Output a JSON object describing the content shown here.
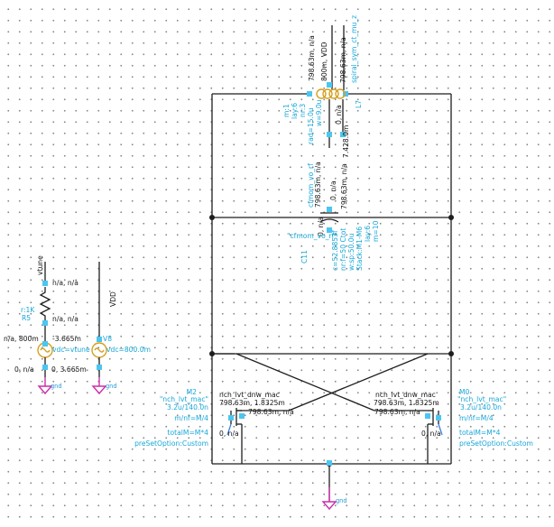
{
  "colors": {
    "wire": "#1e1e1e",
    "pin": "#4cc6f0",
    "label_black": "#141414",
    "label_cyan": "#18a7d9",
    "ground": "#cc2ea8",
    "inductor": "#d6a020",
    "source": "#d6a020"
  },
  "inductor": {
    "sig_node": "798.63m, n/a",
    "net_vdd": "800m, VDD",
    "top_label": "798.63m, n/a",
    "cell_name": "spiral_sym_ct_mu_z",
    "m": "m:1",
    "lay": "lay:6",
    "nr": "nr:3",
    "rad": "rad=15.0u",
    "w": "w=9.0u",
    "inst": "L7",
    "right_bias": "0, n/a",
    "right_val": "7.428.0m",
    "left_bias": "0, n/a"
  },
  "capacitor": {
    "cell": "cfmom_vo_rf",
    "inst_name": "\"cfmom_vo_rf\"",
    "dc_left": "798.63m, n/a",
    "dc_below": "0, n/a",
    "dc_right": "798.63m, n/a",
    "inst": "C11",
    "cap_value": "c=52.8853f",
    "nf_line": "nr:f=50 Ctot",
    "w_line": "w:sp:50.0u",
    "stack": "Stack:M1-M6",
    "lay": "lay:6",
    "m": "m=10"
  },
  "vtune_branch": {
    "net": "vtune",
    "top_label": "n/a, n/a",
    "res_name": "r:1K",
    "res_inst": "R5",
    "res_bottom": "n/a, n/a",
    "src_left": "n/a, 800m",
    "src_right": "-3.665m",
    "vdc": "vdc=vtune",
    "bottom": "0, n/a",
    "bottom_right": "0, 3.665m",
    "gnd": "gnd"
  },
  "vdd_branch": {
    "net": "VDD",
    "inst": "V8",
    "vdc": "vdc=800.0m",
    "gnd": "gnd"
  },
  "mosfet_left": {
    "inst": "M2",
    "model": "\"nch_lvt_mac\"",
    "size": "3.2u/140.0n",
    "mnf": "m/nf=M/4",
    "total": "totalM=M*4",
    "preset": "preSetOption:Custom",
    "cell": "nch_lvt_dnw_mac",
    "vals1": "798.63m, 1.8325m",
    "vals2": "798.63m, n/a",
    "bias": "0, n/a"
  },
  "mosfet_right": {
    "inst": "M0",
    "model": "\"nch_lvt_mac\"",
    "size": "3.2u/140.0n",
    "mnf": "m/nf=M/4",
    "total": "totalM=M*4",
    "preset": "preSetOption:Custom",
    "cell": "nch_lvt_dnw_mac",
    "vals1": "798.63m, 1.8325m",
    "vals2": "798.63m, n/a",
    "bias": "0, n/a"
  },
  "ground_main": {
    "label": "gnd"
  }
}
